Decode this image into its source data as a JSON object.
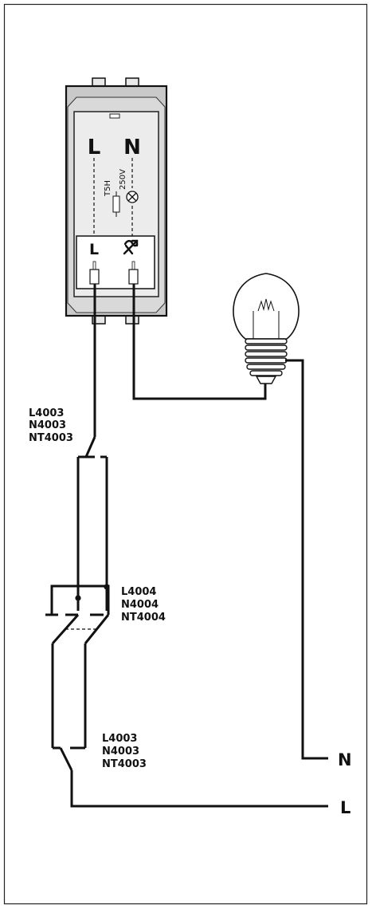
{
  "device": {
    "terminal_top_left": "L",
    "terminal_top_right": "N",
    "fuse_label": "T5H",
    "voltage_label": "250V",
    "terminal_bottom_left": "L"
  },
  "switches": {
    "top_model_1": "L4003",
    "top_model_2": "N4003",
    "top_model_3": "NT4003",
    "mid_model_1": "L4004",
    "mid_model_2": "N4004",
    "mid_model_3": "NT4004",
    "bottom_model_1": "L4003",
    "bottom_model_2": "N4003",
    "bottom_model_3": "NT4003"
  },
  "supply": {
    "neutral": "N",
    "line": "L"
  }
}
